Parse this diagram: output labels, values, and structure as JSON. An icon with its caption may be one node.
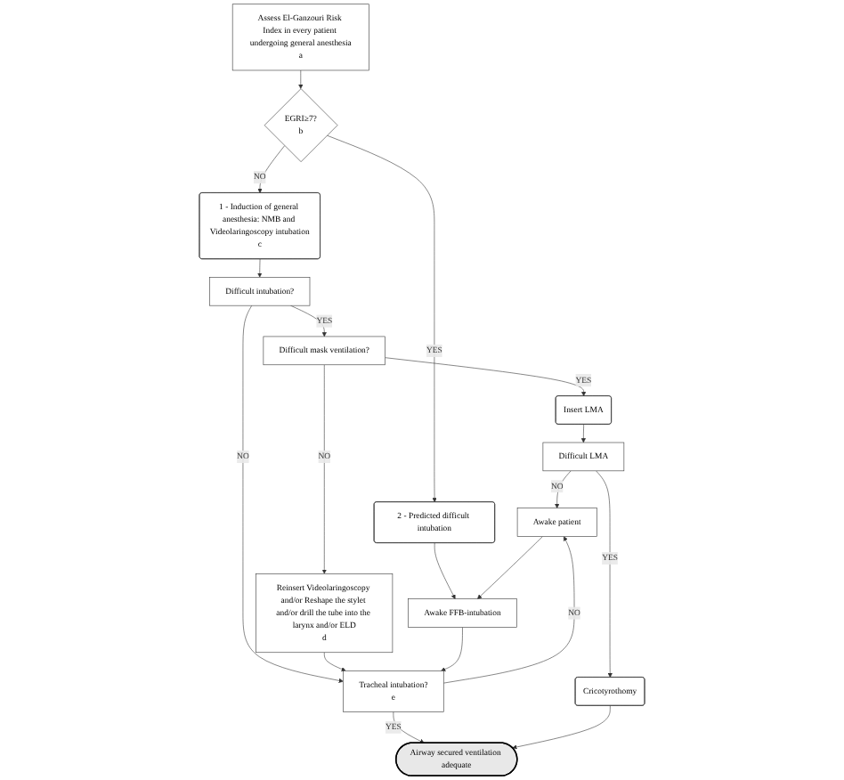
{
  "diagram": {
    "nodes": [
      {
        "text": [
          "Assess El-Ganzouri Risk Index in every patient undergoing general anesthesia",
          "a"
        ]
      },
      {
        "text": [
          "EGRI≥7?",
          "b"
        ]
      },
      {
        "text": [
          "1 - Induction of general anesthesia: NMB and Videolaringoscopy intubation",
          "c"
        ]
      },
      {
        "text": [
          "2 - Predicted difficult intubation"
        ]
      },
      {
        "text": [
          "Difficult intubation?"
        ]
      },
      {
        "text": [
          "Awake FFB-intubation"
        ]
      },
      {
        "text": [
          "Difficult mask ventilation?"
        ]
      },
      {
        "text": [
          "Insert LMA"
        ]
      },
      {
        "text": [
          "Reinsert Videolaringoscopy and/or Reshape the stylet and/or drill the tube into the larynx and/or ELD",
          "d"
        ]
      },
      {
        "text": [
          "Difficult LMA"
        ]
      },
      {
        "text": [
          "Awake patient"
        ]
      },
      {
        "text": [
          "Tracheal intubation?",
          "e"
        ]
      },
      {
        "text": [
          "Cricotyrothomy"
        ]
      },
      {
        "text": [
          "Airway secured ventilation adequate"
        ]
      }
    ],
    "edges": [
      {
        "from": 0,
        "to": 1,
        "arrow": "to"
      },
      {
        "from": 1,
        "to": 2,
        "arrow": "to",
        "label": "NO"
      },
      {
        "from": 1,
        "to": 3,
        "arrow": "to",
        "label": "YES"
      },
      {
        "from": 2,
        "to": 4,
        "arrow": "to"
      },
      {
        "from": 3,
        "to": 5,
        "arrow": "to"
      },
      {
        "from": 4,
        "to": 6,
        "arrow": "to",
        "label": "YES"
      },
      {
        "from": 4,
        "to": 11,
        "arrow": "to",
        "label": "NO"
      },
      {
        "from": 6,
        "to": 7,
        "arrow": "to",
        "label": "YES"
      },
      {
        "from": 6,
        "to": 8,
        "arrow": "to",
        "label": "NO"
      },
      {
        "from": 7,
        "to": 9,
        "arrow": "to"
      },
      {
        "from": 9,
        "to": 10,
        "arrow": "to",
        "label": "NO"
      },
      {
        "from": 9,
        "to": 12,
        "arrow": "to",
        "label": "YES"
      },
      {
        "from": 10,
        "to": 5,
        "arrow": "to"
      },
      {
        "from": 8,
        "to": 11,
        "arrow": "to"
      },
      {
        "from": 11,
        "to": 13,
        "arrow": "to",
        "label": "YES"
      },
      {
        "from": 11,
        "to": 10,
        "arrow": "to",
        "label": "NO"
      },
      {
        "from": 12,
        "to": 13,
        "arrow": "to"
      },
      {
        "from": 5,
        "to": 11,
        "arrow": "to"
      }
    ]
  }
}
